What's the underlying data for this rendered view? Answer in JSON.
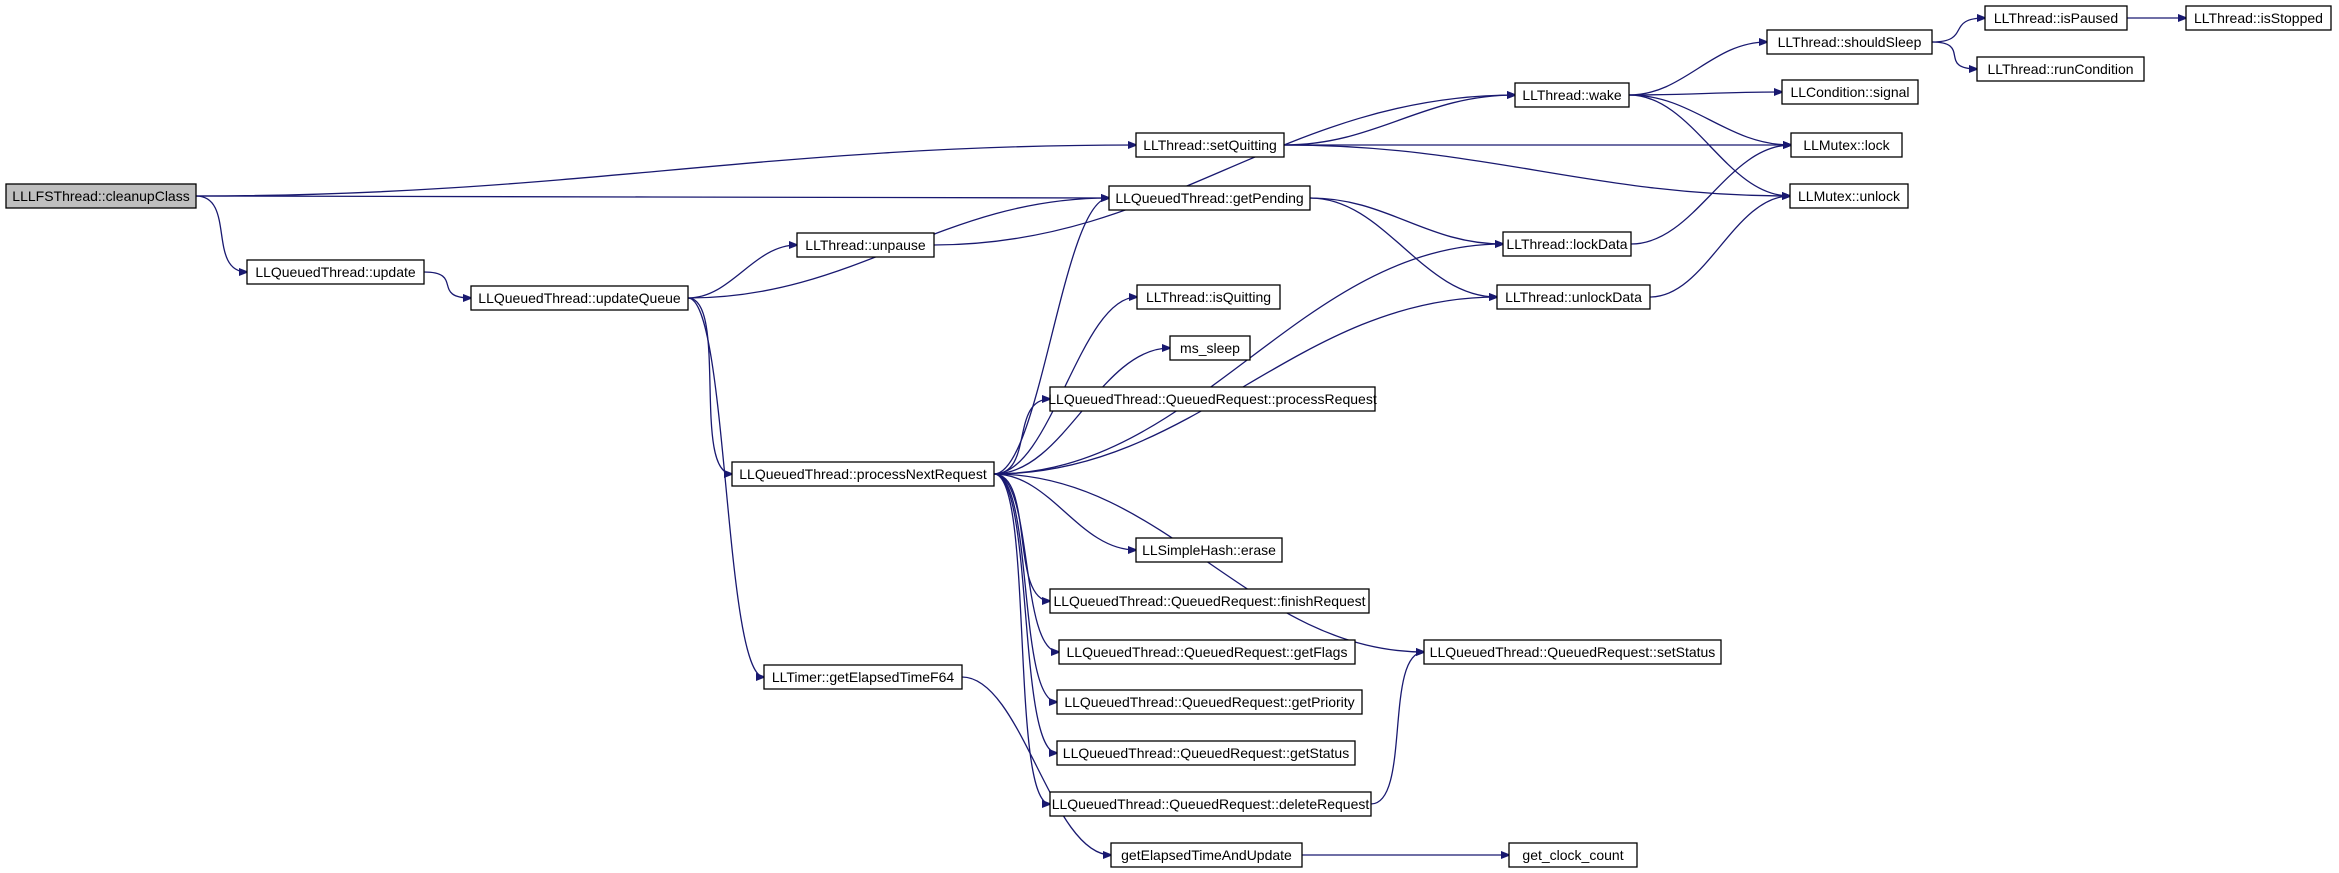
{
  "colors": {
    "edge": "#191970",
    "root_fill": "#bfbfbf",
    "node_fill": "#ffffff",
    "border": "#000000"
  },
  "nodes": {
    "cleanupClass": "LLLFSThread::cleanupClass",
    "update": "LLQueuedThread::update",
    "updateQueue": "LLQueuedThread::updateQueue",
    "unpause": "LLThread::unpause",
    "setQuitting": "LLThread::setQuitting",
    "getPending": "LLQueuedThread::getPending",
    "wake": "LLThread::wake",
    "shouldSleep": "LLThread::shouldSleep",
    "isPaused": "LLThread::isPaused",
    "isStopped": "LLThread::isStopped",
    "runCondition": "LLThread::runCondition",
    "signal": "LLCondition::signal",
    "lock": "LLMutex::lock",
    "unlock": "LLMutex::unlock",
    "lockData": "LLThread::lockData",
    "unlockData": "LLThread::unlockData",
    "isQuitting": "LLThread::isQuitting",
    "msSleep": "ms_sleep",
    "processRequest": "LLQueuedThread::QueuedRequest::processRequest",
    "processNextRequest": "LLQueuedThread::processNextRequest",
    "erase": "LLSimpleHash::erase",
    "finishRequest": "LLQueuedThread::QueuedRequest::finishRequest",
    "getFlags": "LLQueuedThread::QueuedRequest::getFlags",
    "setStatus": "LLQueuedThread::QueuedRequest::setStatus",
    "getElapsedTimeF64": "LLTimer::getElapsedTimeF64",
    "getPriority": "LLQueuedThread::QueuedRequest::getPriority",
    "getStatus": "LLQueuedThread::QueuedRequest::getStatus",
    "deleteRequest": "LLQueuedThread::QueuedRequest::deleteRequest",
    "getElapsedTimeAndUpdate": "getElapsedTimeAndUpdate",
    "getClockCount": "get_clock_count"
  },
  "root_node": "cleanupClass",
  "edges": [
    [
      "cleanupClass",
      "update"
    ],
    [
      "cleanupClass",
      "setQuitting"
    ],
    [
      "cleanupClass",
      "getPending"
    ],
    [
      "update",
      "updateQueue"
    ],
    [
      "updateQueue",
      "unpause"
    ],
    [
      "updateQueue",
      "getPending"
    ],
    [
      "updateQueue",
      "processNextRequest"
    ],
    [
      "updateQueue",
      "getElapsedTimeF64"
    ],
    [
      "unpause",
      "wake"
    ],
    [
      "setQuitting",
      "wake"
    ],
    [
      "setQuitting",
      "lock"
    ],
    [
      "setQuitting",
      "unlock"
    ],
    [
      "getPending",
      "lockData"
    ],
    [
      "getPending",
      "unlockData"
    ],
    [
      "wake",
      "shouldSleep"
    ],
    [
      "wake",
      "signal"
    ],
    [
      "wake",
      "lock"
    ],
    [
      "wake",
      "unlock"
    ],
    [
      "shouldSleep",
      "isPaused"
    ],
    [
      "shouldSleep",
      "runCondition"
    ],
    [
      "isPaused",
      "isStopped"
    ],
    [
      "lockData",
      "lock"
    ],
    [
      "unlockData",
      "unlock"
    ],
    [
      "processNextRequest",
      "getPending"
    ],
    [
      "processNextRequest",
      "lockData"
    ],
    [
      "processNextRequest",
      "isQuitting"
    ],
    [
      "processNextRequest",
      "msSleep"
    ],
    [
      "processNextRequest",
      "processRequest"
    ],
    [
      "processNextRequest",
      "unlockData"
    ],
    [
      "processNextRequest",
      "setStatus"
    ],
    [
      "processNextRequest",
      "erase"
    ],
    [
      "processNextRequest",
      "finishRequest"
    ],
    [
      "processNextRequest",
      "getFlags"
    ],
    [
      "processNextRequest",
      "getPriority"
    ],
    [
      "processNextRequest",
      "getStatus"
    ],
    [
      "processNextRequest",
      "deleteRequest"
    ],
    [
      "deleteRequest",
      "setStatus"
    ],
    [
      "getElapsedTimeF64",
      "getElapsedTimeAndUpdate"
    ],
    [
      "getElapsedTimeAndUpdate",
      "getClockCount"
    ]
  ]
}
